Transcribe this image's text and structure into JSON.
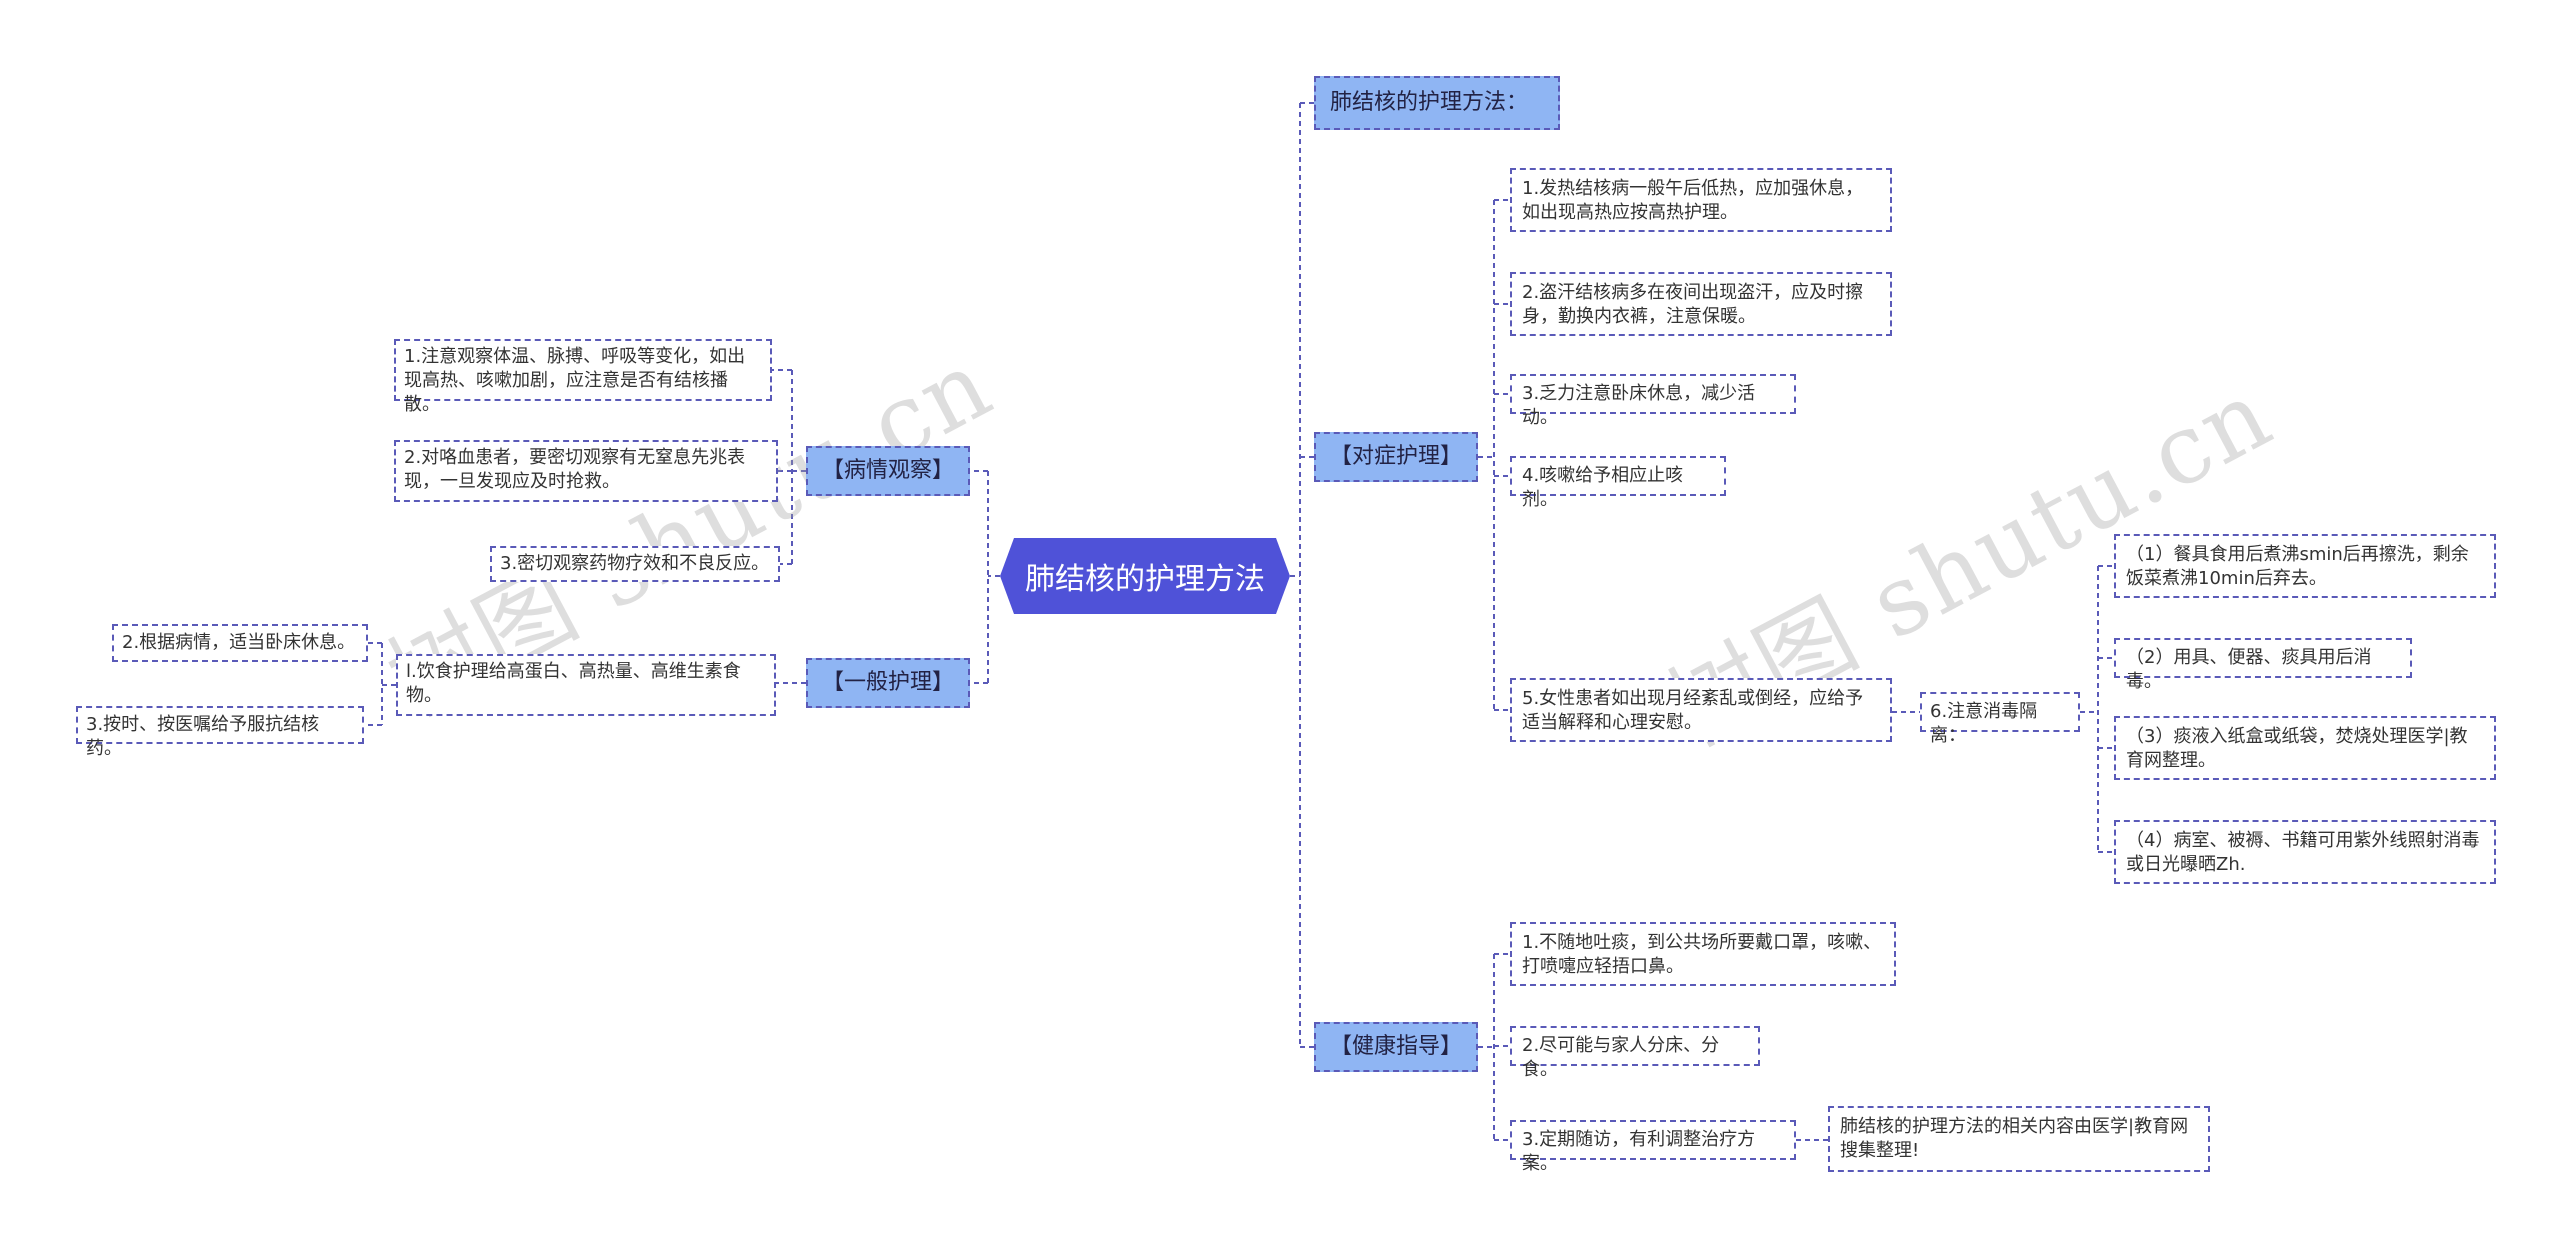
{
  "watermark": "树图 shutu.cn",
  "root": "肺结核的护理方法",
  "left": {
    "observation": {
      "title": "【病情观察】",
      "items": [
        "1.注意观察体温、脉搏、呼吸等变化，如出现高热、咳嗽加剧，应注意是否有结核播散。",
        "2.对咯血患者，要密切观察有无窒息先兆表现，一旦发现应及时抢救。",
        "3.密切观察药物疗效和不良反应。"
      ]
    },
    "general": {
      "title": "【一般护理】",
      "diet": "l.饮食护理给高蛋白、高热量、高维生素食物。",
      "subitems": [
        "2.根据病情，适当卧床休息。",
        "3.按时、按医嘱给予服抗结核药。"
      ]
    }
  },
  "right": {
    "heading": "肺结核的护理方法：",
    "symptom": {
      "title": "【对症护理】",
      "items": [
        "1.发热结核病一般午后低热，应加强休息，如出现高热应按高热护理。",
        "2.盗汗结核病多在夜间出现盗汗，应及时擦身，勤换内衣裤，注意保暖。",
        "3.乏力注意卧床休息，减少活动。",
        "4.咳嗽给予相应止咳剂。",
        "5.女性患者如出现月经紊乱或倒经，应给予适当解释和心理安慰。"
      ],
      "disinfection": {
        "title": "6.注意消毒隔离：",
        "items": [
          "（1）餐具食用后煮沸smin后再擦洗，剩余饭菜煮沸10min后弃去。",
          "（2）用具、便器、痰具用后消毒。",
          "（3）痰液入纸盒或纸袋，焚烧处理医学|教育网整理。",
          "（4）病室、被褥、书籍可用紫外线照射消毒或日光曝晒Zh."
        ]
      }
    },
    "health": {
      "title": "【健康指导】",
      "items": [
        "1.不随地吐痰，到公共场所要戴口罩，咳嗽、打喷嚏应轻捂口鼻。",
        "2.尽可能与家人分床、分食。",
        "3.定期随访，有利调整治疗方案。"
      ],
      "note": "肺结核的护理方法的相关内容由医学|教育网搜集整理!"
    }
  },
  "colors": {
    "root_fill": "#4f52d8",
    "topic_fill": "#8fb5f3",
    "line": "#5a5ab8"
  }
}
